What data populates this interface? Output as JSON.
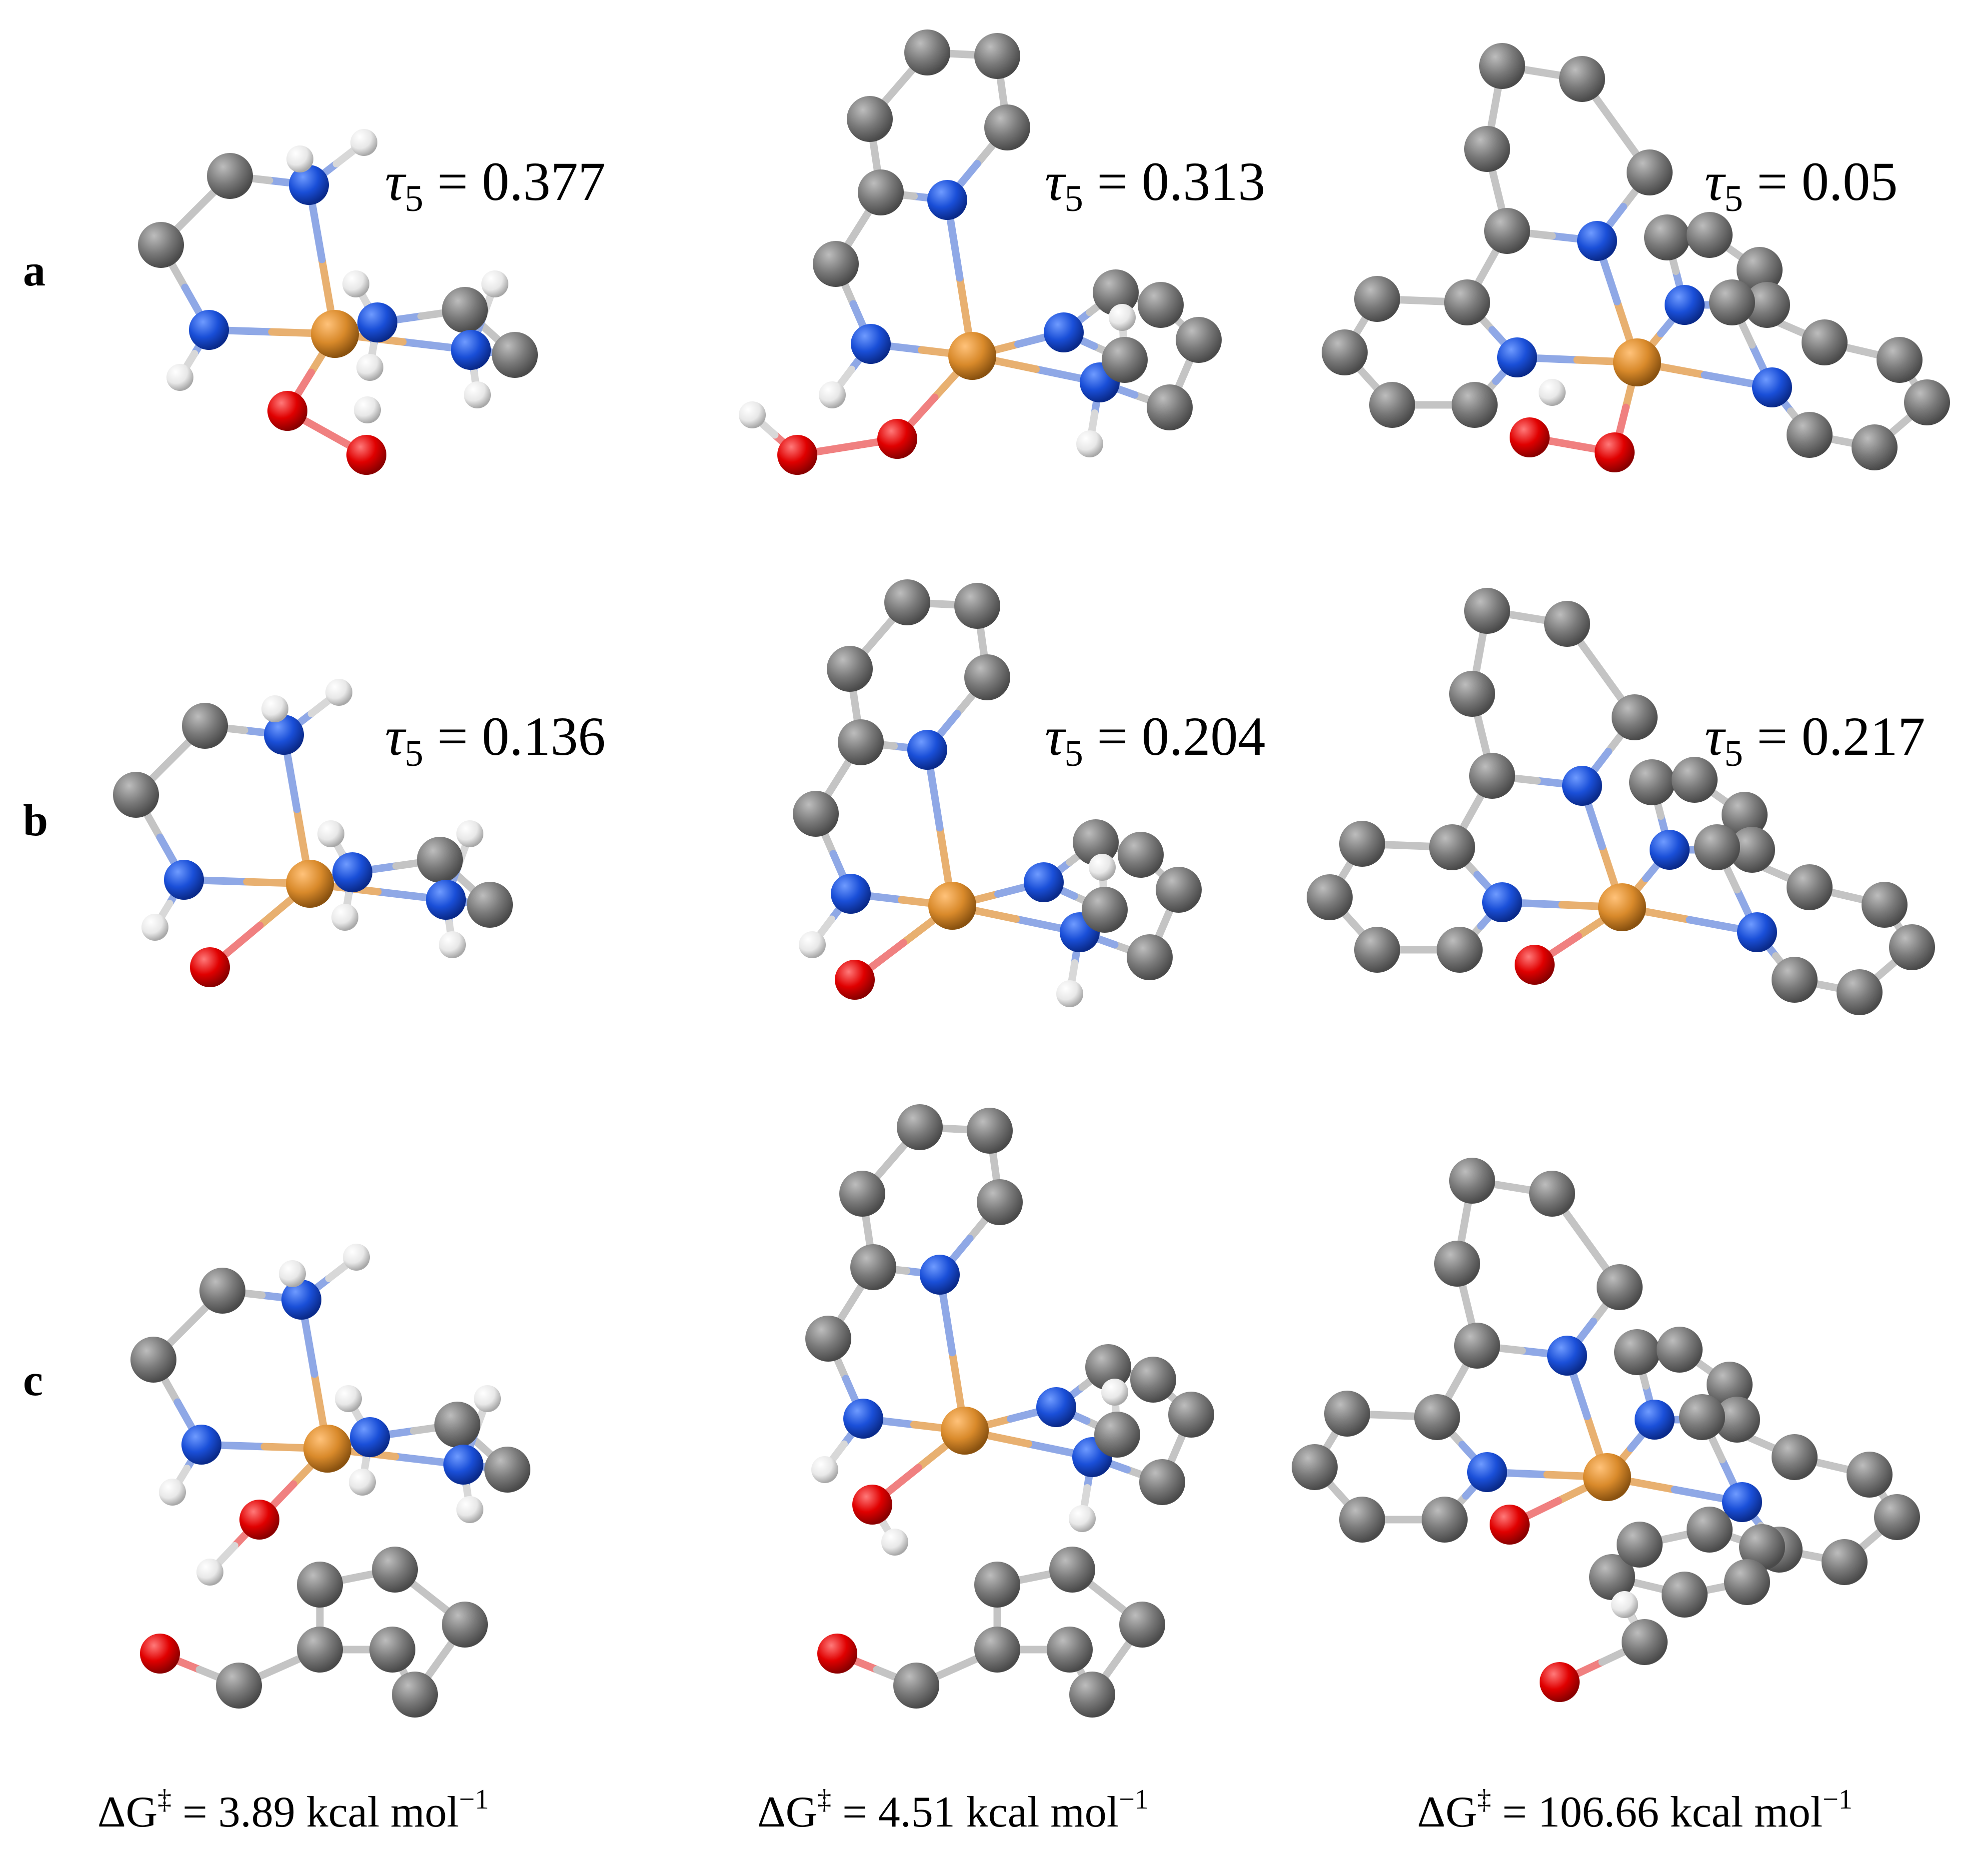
{
  "row_labels": [
    "a",
    "b",
    "c"
  ],
  "tau_symbol": "τ",
  "tau_subscript": "5",
  "tau_values": {
    "a": [
      "0.377",
      "0.313",
      "0.05"
    ],
    "b": [
      "0.136",
      "0.204",
      "0.217"
    ]
  },
  "dg_prefix": "ΔG",
  "dg_dagger": "‡",
  "dg_unit": "kcal mol",
  "dg_exponent": "−1",
  "dg_values": [
    "3.89",
    "4.51",
    "106.66"
  ],
  "atom_colors": {
    "carbon": "#7a7a7a",
    "nitrogen": "#1a4fd8",
    "oxygen": "#e00000",
    "hydrogen": "#e8e8e8",
    "metal": "#d98a2b"
  }
}
